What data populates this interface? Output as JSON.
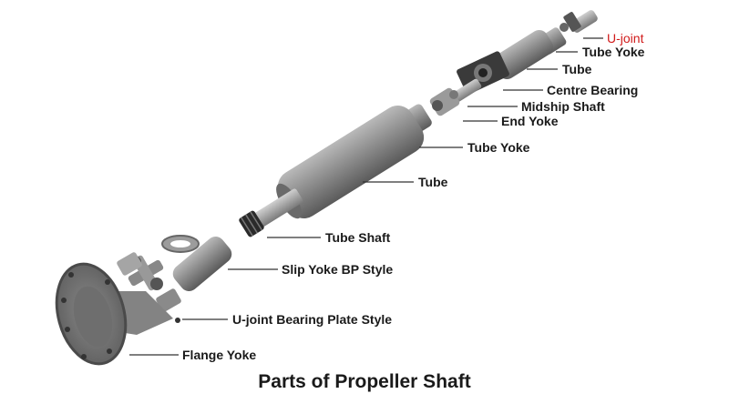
{
  "diagram": {
    "caption": "Parts of Propeller Shaft",
    "labels": {
      "u_joint": "U-joint",
      "tube_yoke_top": "Tube Yoke",
      "tube_top": "Tube",
      "centre_bearing": "Centre Bearing",
      "midship_shaft": "Midship Shaft",
      "end_yoke": "End Yoke",
      "tube_yoke_mid": "Tube Yoke",
      "tube_main": "Tube",
      "tube_shaft": "Tube Shaft",
      "slip_yoke": "Slip Yoke BP Style",
      "u_joint_bearing": "U-joint Bearing Plate Style",
      "flange_yoke": "Flange Yoke"
    },
    "colors": {
      "highlight": "#d11a1a",
      "text": "#1a1a1a",
      "metal": "#8c8c8c"
    }
  }
}
